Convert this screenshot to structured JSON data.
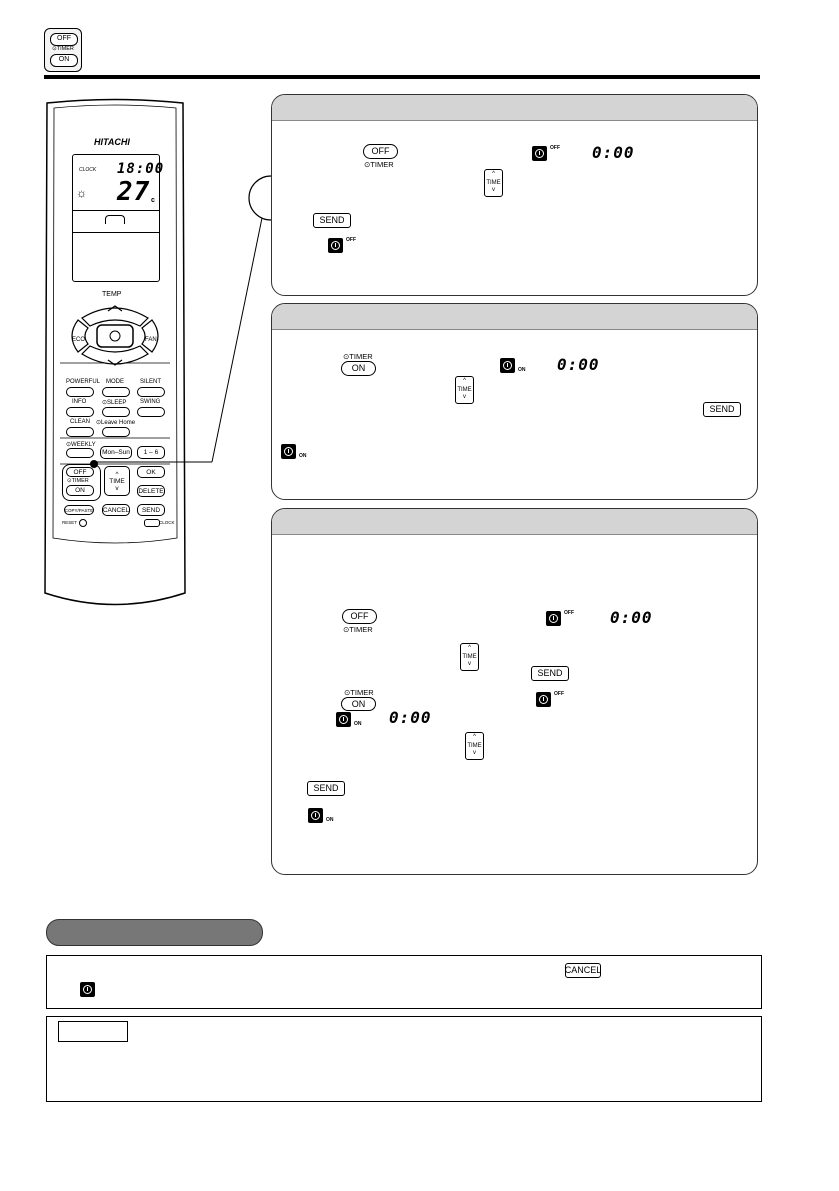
{
  "header": {
    "icon_off": "OFF",
    "icon_timer": "⊙TIMER",
    "icon_on": "ON"
  },
  "remote": {
    "brand": "HITACHI",
    "clock_label": "CLOCK",
    "clock_value": "18:00",
    "temp_value": "27",
    "temp_unit": "c",
    "temp_label": "TEMP",
    "eco": "ECO",
    "fan": "FAN",
    "powerful": "POWERFUL",
    "mode": "MODE",
    "silent": "SILENT",
    "info": "INFO",
    "sleep": "⊙SLEEP",
    "swing": "SWING",
    "clean": "CLEAN",
    "leave_home": "⊙Leave Home",
    "weekly": "⊙WEEKLY",
    "mon_sun": "Mon–Sun",
    "one_six": "1 – 6",
    "off": "OFF",
    "timer": "⊙TIMER",
    "on": "ON",
    "time": "TIME",
    "ok": "OK",
    "delete": "DELETE",
    "copy_paste": "COPY/PASTE",
    "cancel": "CANCEL",
    "send": "SEND",
    "reset": "RESET",
    "clock": "CLOCK"
  },
  "common": {
    "off": "OFF",
    "on": "ON",
    "timer": "⊙TIMER",
    "time": "TIME",
    "send": "SEND",
    "cancel": "CANCEL",
    "lcd_zero": "0:00",
    "sup_off": "OFF",
    "sup_on": "ON"
  }
}
